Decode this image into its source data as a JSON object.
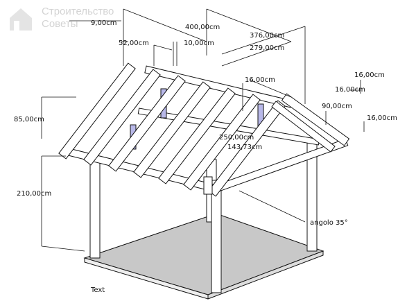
{
  "watermark": {
    "line1": "Строительство",
    "line2": "Советы"
  },
  "dimensions": {
    "d1": "9,00cm",
    "d2": "400,00cm",
    "d3": "376,00cm",
    "d4": "52,00cm",
    "d5": "10,00cm",
    "d6": "279,00cm",
    "d7": "16,00cm",
    "d8": "16,00cm",
    "d9": "16,00cm",
    "d10": "90,00cm",
    "d11": "16,00cm",
    "d12": "85,00cm",
    "d13": "250,00cm",
    "d14": "143,73cm",
    "d15": "210,00cm",
    "angle": "angolo 35°"
  },
  "caption": "Text",
  "colors": {
    "line": "#111111",
    "wood": "#ffffff",
    "floor": "#c8c8c8",
    "accent": "#b8b8e8"
  }
}
